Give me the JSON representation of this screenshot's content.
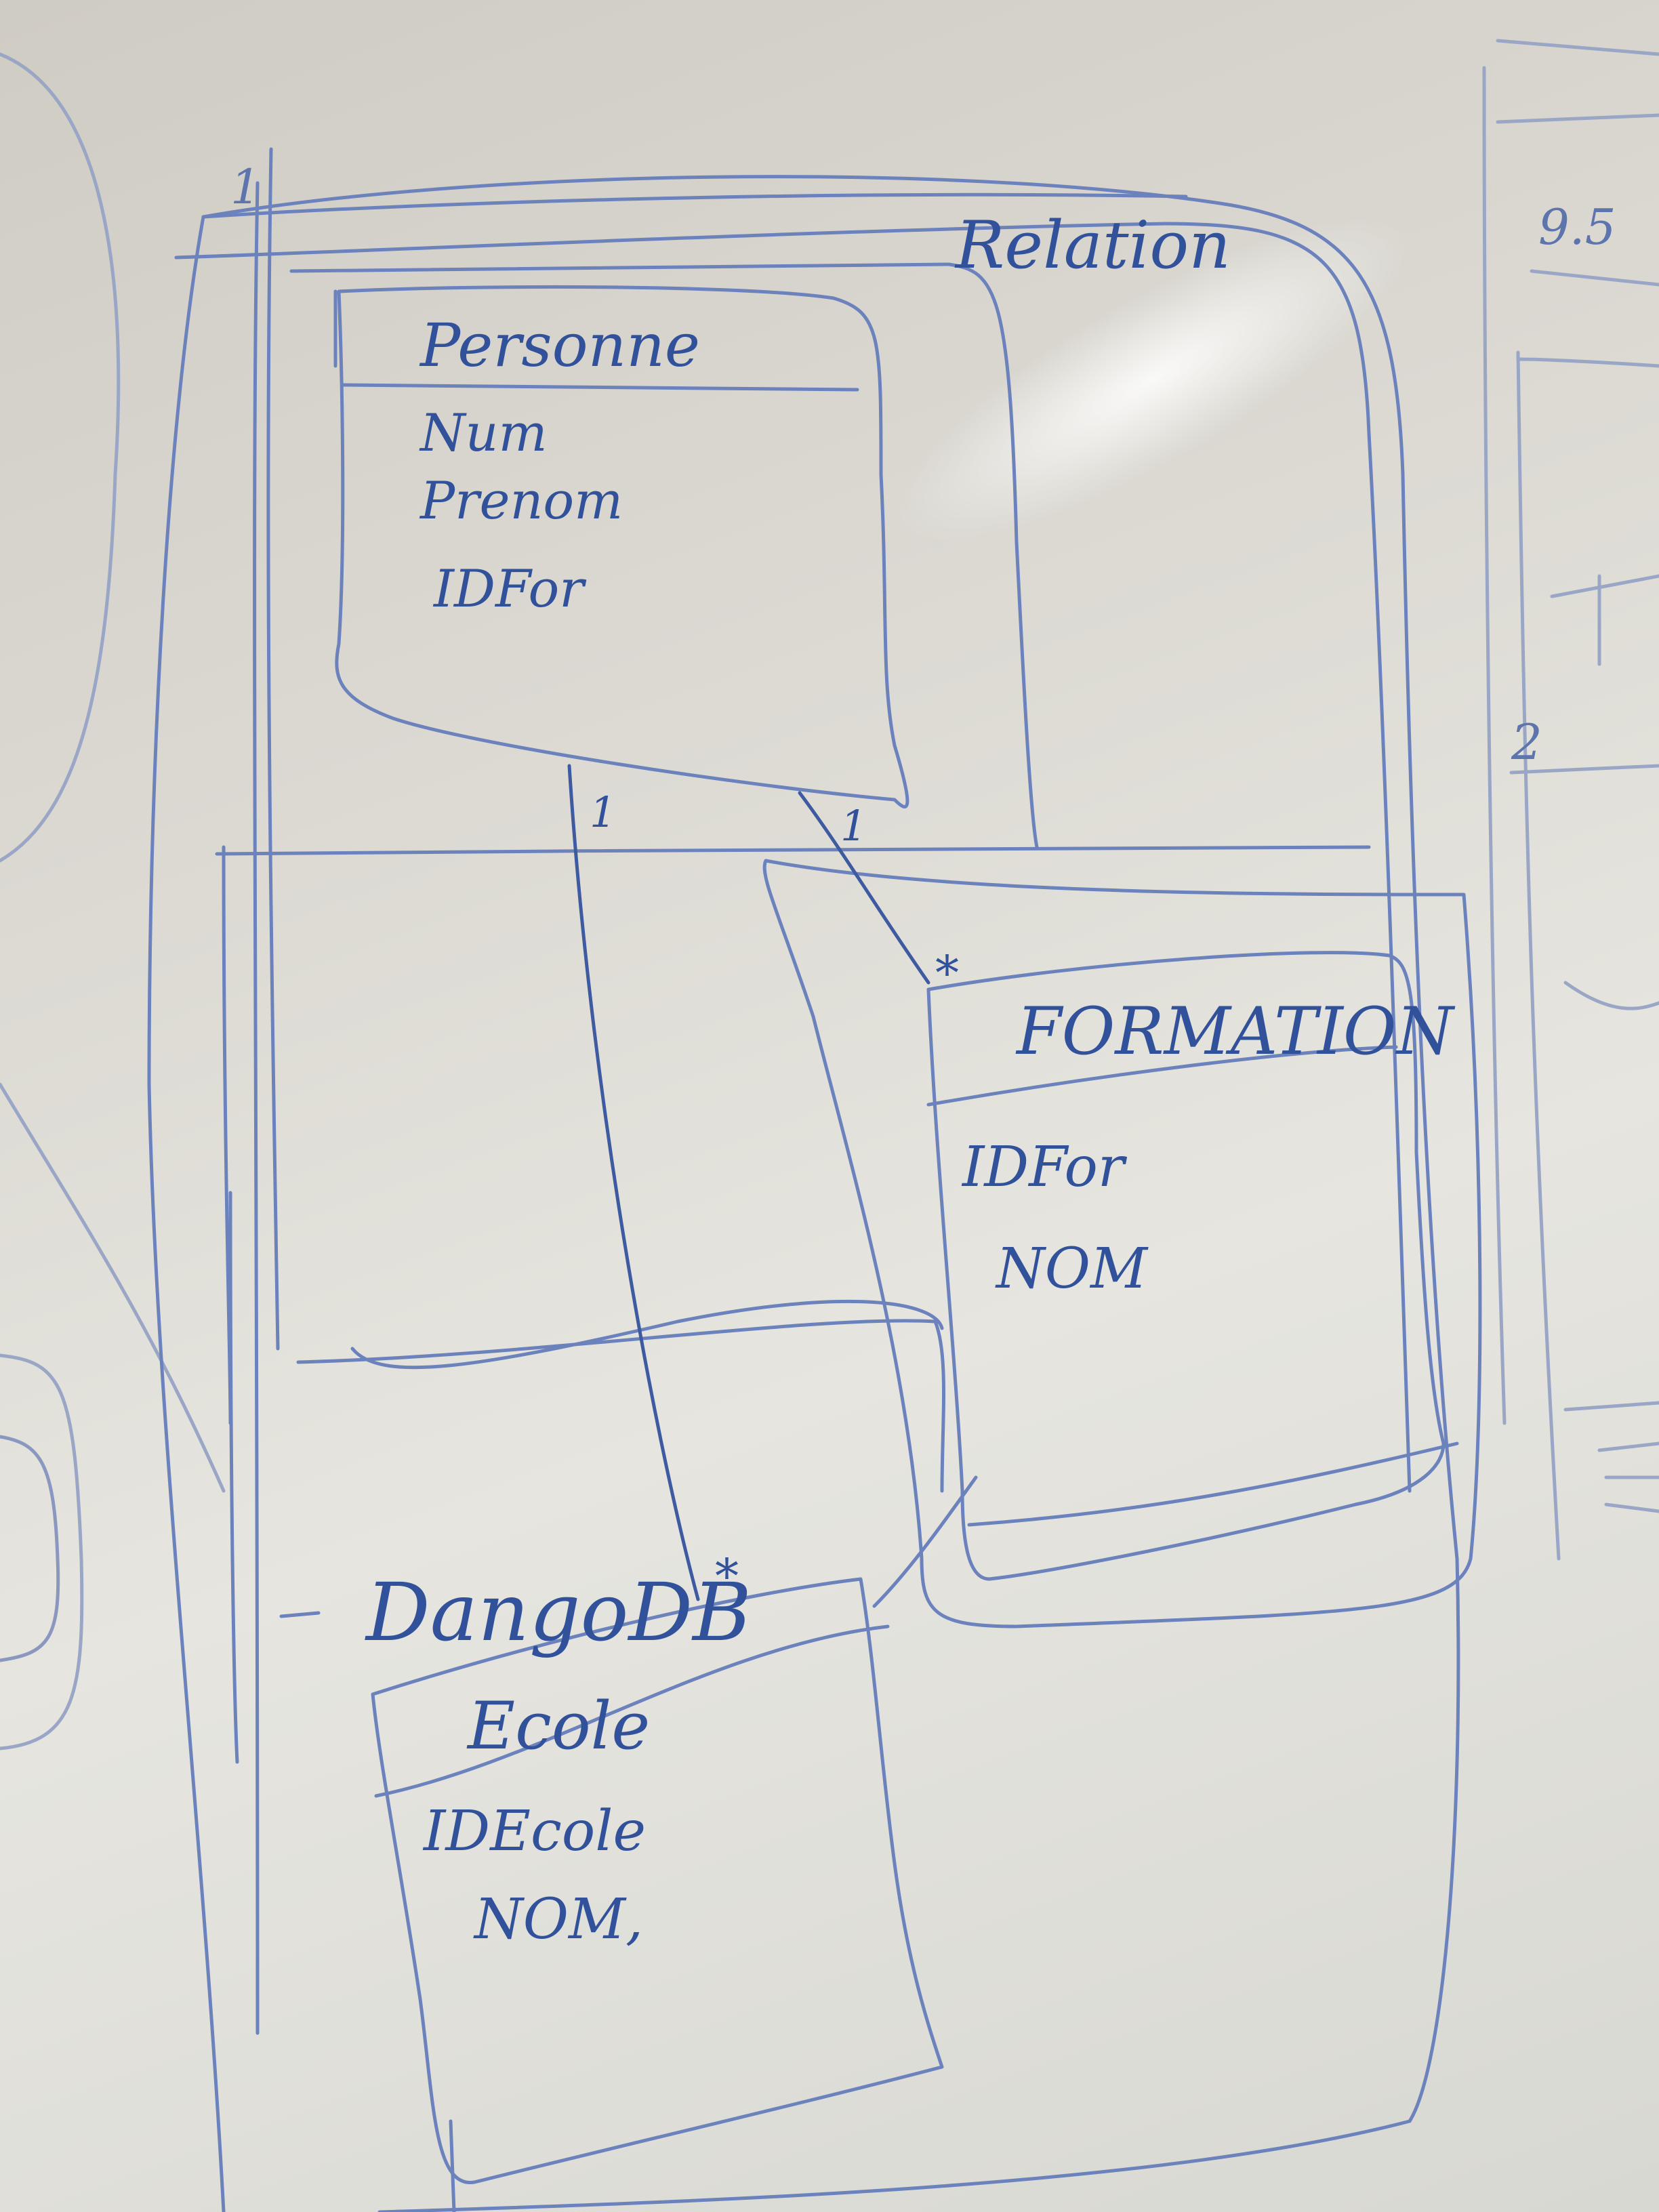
{
  "diagram": {
    "group_label": "Relation",
    "module_label": "DangoDB",
    "entities": [
      {
        "name": "Personne",
        "attributes": [
          "Num",
          "Prenom",
          "IDFor"
        ]
      },
      {
        "name": "FORMATION",
        "attributes": [
          "IDFor",
          "NOM"
        ]
      },
      {
        "name": "Ecole",
        "attributes": [
          "IDEcole",
          "NOM,"
        ]
      }
    ],
    "relations": [
      {
        "from": "Personne",
        "to": "Ecole",
        "from_mult": "1",
        "to_mult": "*"
      },
      {
        "from": "Personne",
        "to": "FORMATION",
        "from_mult": "1",
        "to_mult": "*"
      }
    ],
    "edge_marks": {
      "top_left_mark": "1",
      "right_top": "9.5",
      "right_mid": "2"
    }
  }
}
